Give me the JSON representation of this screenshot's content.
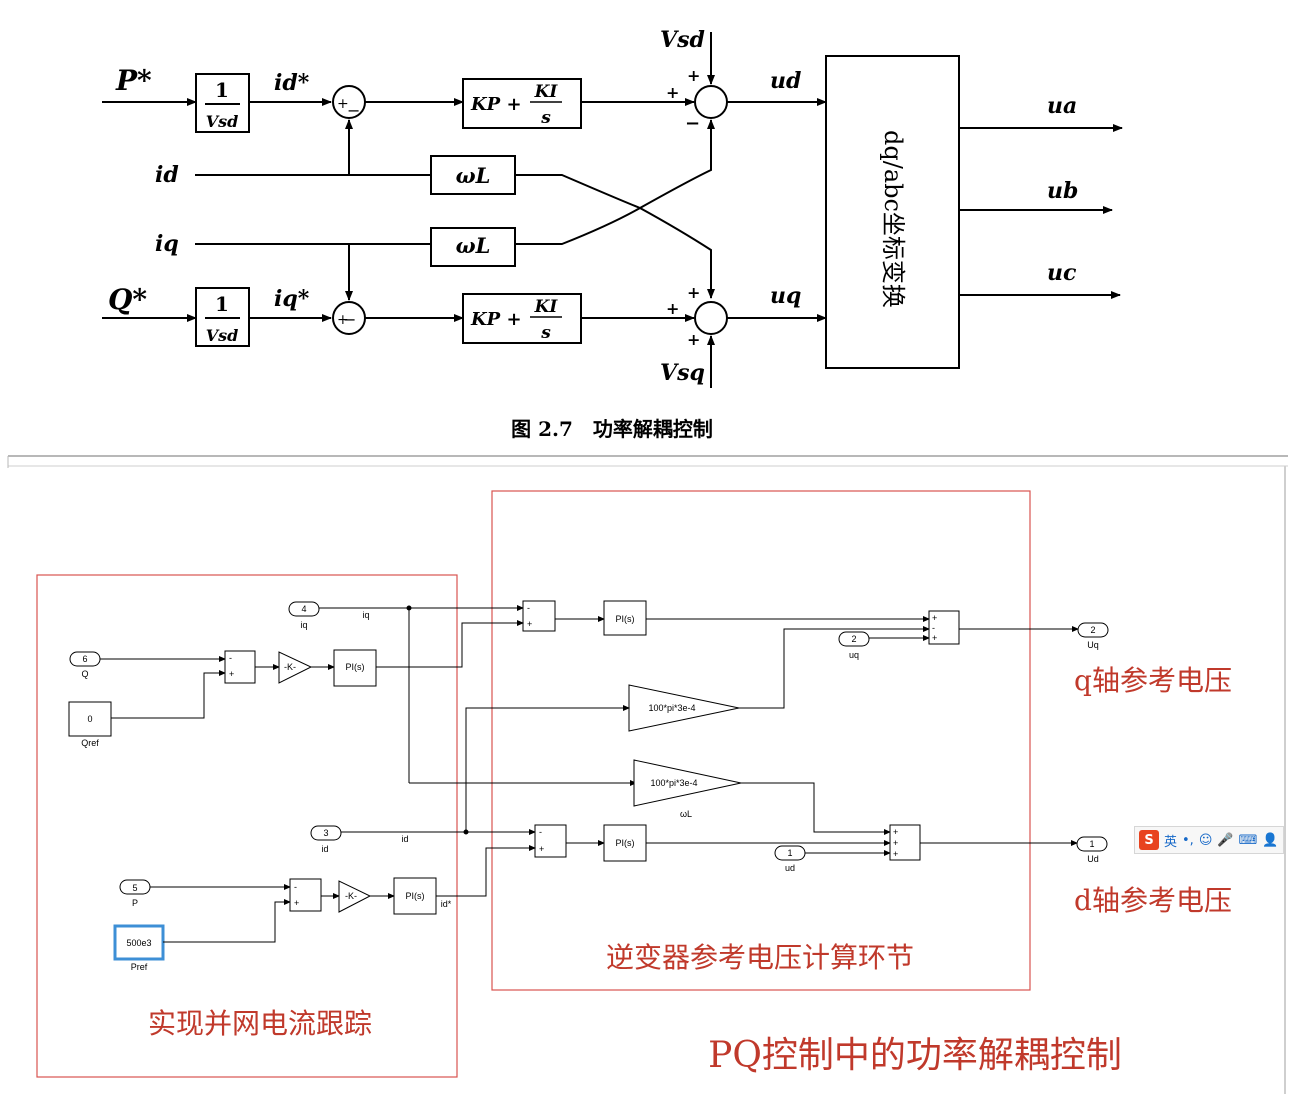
{
  "top": {
    "P_in": "P*",
    "Q_in": "Q*",
    "gain_num": "1",
    "gain_den": "Vsd",
    "id_ref": "id*",
    "iq_ref": "iq*",
    "id": "id",
    "iq": "iq",
    "wL": "ωL",
    "pi_kp": "KP +",
    "pi_num": "KI",
    "pi_den": "s",
    "vsd": "Vsd",
    "vsq": "Vsq",
    "ud": "ud",
    "uq": "uq",
    "transform": "dq/abc坐标变换",
    "ua": "ua",
    "ub": "ub",
    "uc": "uc",
    "plus": "+",
    "minus": "−",
    "caption": "图 2.7　功率解耦控制"
  },
  "model": {
    "in_iq_num": "4",
    "in_iq_label": "iq",
    "sig_iq": "iq",
    "in_Q_num": "6",
    "in_Q_label": "Q",
    "const_Qref_value": "0",
    "const_Qref_label": "Qref",
    "in_id_num": "3",
    "in_id_label": "id",
    "sig_id": "id",
    "in_P_num": "5",
    "in_P_label": "P",
    "const_Pref_value": "500e3",
    "const_Pref_label": "Pref",
    "gain_k": "-K-",
    "pi": "PI(s)",
    "gain_wl": "100*pi*3e-4",
    "gain_wl_label": "ωL",
    "sig_idstar": "id*",
    "in_uq_num": "2",
    "in_uq_label": "uq",
    "in_ud_num": "1",
    "in_ud_label": "ud",
    "out_Uq_num": "2",
    "out_Uq_label": "Uq",
    "out_Ud_num": "1",
    "out_Ud_label": "Ud",
    "plus": "+",
    "minus": "-"
  },
  "annotations": {
    "left_box": "实现并网电流跟踪",
    "center_box": "逆变器参考电压计算环节",
    "q_label": "q轴参考电压",
    "d_label": "d轴参考电压",
    "title": "PQ控制中的功率解耦控制"
  },
  "ime": {
    "logo": "S",
    "lang": "英",
    "punct": "•,",
    "smile": "☺",
    "mic": "🎤",
    "kbd": "⌨",
    "user": "👤"
  },
  "colors": {
    "annotation_red": "#c0392b",
    "box_red": "#d9534f",
    "ime_logo": "#e8431f"
  }
}
